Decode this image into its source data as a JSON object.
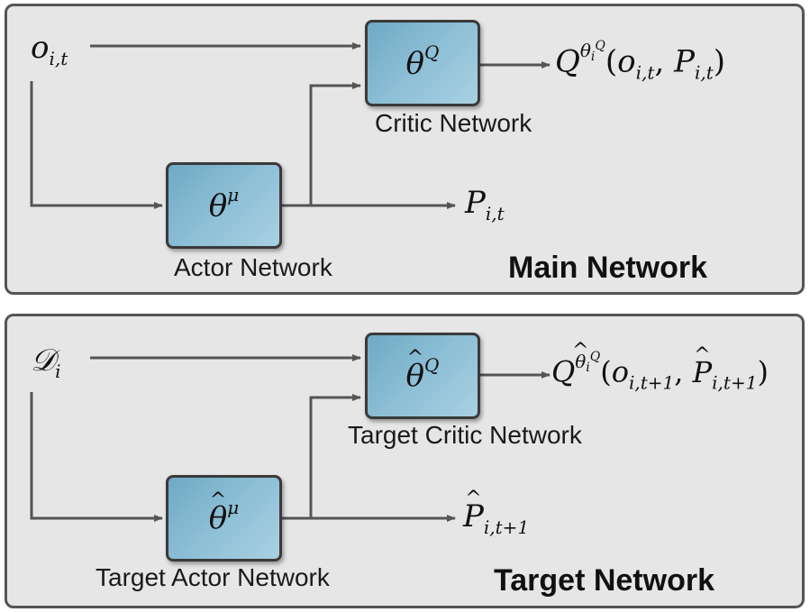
{
  "main_panel": {
    "title": "Main Network",
    "input_label": "o",
    "input_sub": "i,t",
    "critic": {
      "symbol": "θ",
      "sup": "Q",
      "caption": "Critic Network"
    },
    "actor": {
      "symbol": "θ",
      "sup": "μ",
      "caption": "Actor Network"
    },
    "critic_output": {
      "q": "Q",
      "sup_theta": "θ",
      "sup_sub": "i",
      "sup_sup": "Q",
      "open": "(",
      "o": "o",
      "o_sub": "i,t",
      "comma": ", ",
      "p": "P",
      "p_sub": "i,t",
      "close": ")"
    },
    "actor_output": {
      "p": "P",
      "p_sub": "i,t"
    }
  },
  "target_panel": {
    "title": "Target Network",
    "input_label": "𝒟",
    "input_sub": "i",
    "critic": {
      "symbol": "θ",
      "sup": "Q",
      "caption": "Target Critic Network"
    },
    "actor": {
      "symbol": "θ",
      "sup": "μ",
      "caption": "Target Actor Network"
    },
    "critic_output": {
      "q": "Q",
      "sup_theta": "θ",
      "sup_sub": "i",
      "sup_sup": "Q",
      "open": "(",
      "o": "o",
      "o_sub": "i,t+1",
      "comma": ", ",
      "p": "P",
      "p_sub": "i,t+1",
      "close": ")"
    },
    "actor_output": {
      "p": "P",
      "p_sub": "i,t+1"
    }
  },
  "colors": {
    "panel_bg": "#e6e6e6",
    "panel_border": "#555555",
    "block_fill": "#8dbfd6",
    "wire": "#555555"
  }
}
